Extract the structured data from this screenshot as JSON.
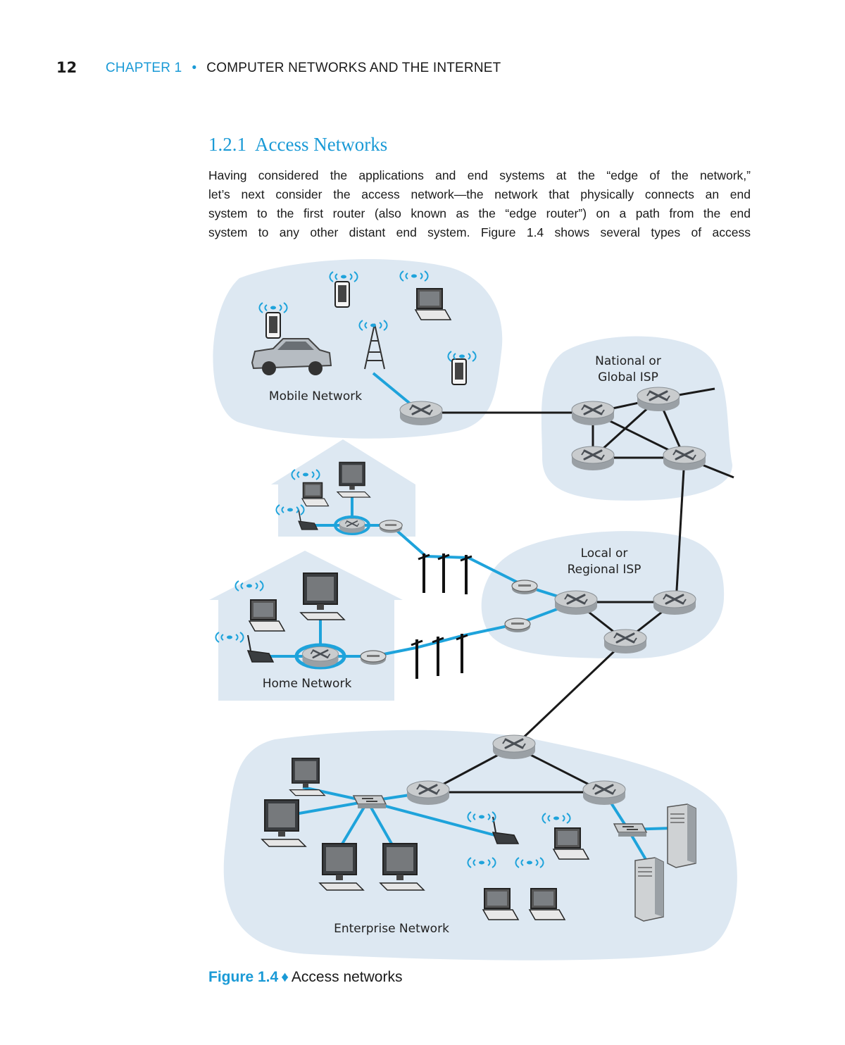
{
  "header": {
    "page_number": "12",
    "chapter": "CHAPTER 1",
    "separator": "•",
    "title": "COMPUTER NETWORKS AND THE INTERNET"
  },
  "section": {
    "number": "1.2.1",
    "title": "Access Networks"
  },
  "paragraph_lines": [
    "Having considered the applications and end systems at the “edge of the network,”",
    "let’s next consider the access network—the network that physically connects an end",
    "system to the first router (also known as the “edge router”) on a path from the end",
    "system to any other distant end system. Figure 1.4 shows several types of access"
  ],
  "diagram": {
    "labels": {
      "mobile_network": "Mobile Network",
      "national_isp_line1": "National or",
      "national_isp_line2": "Global ISP",
      "local_isp_line1": "Local or",
      "local_isp_line2": "Regional ISP",
      "home_network": "Home Network",
      "enterprise_network": "Enterprise Network"
    },
    "colors": {
      "cloud": "#dde8f2",
      "link_access": "#1ea3db",
      "link_core": "#1a1a1a",
      "router": "#c4c7ca"
    }
  },
  "caption": {
    "figure_label": "Figure 1.4",
    "separator": "♦",
    "text": "Access networks"
  }
}
